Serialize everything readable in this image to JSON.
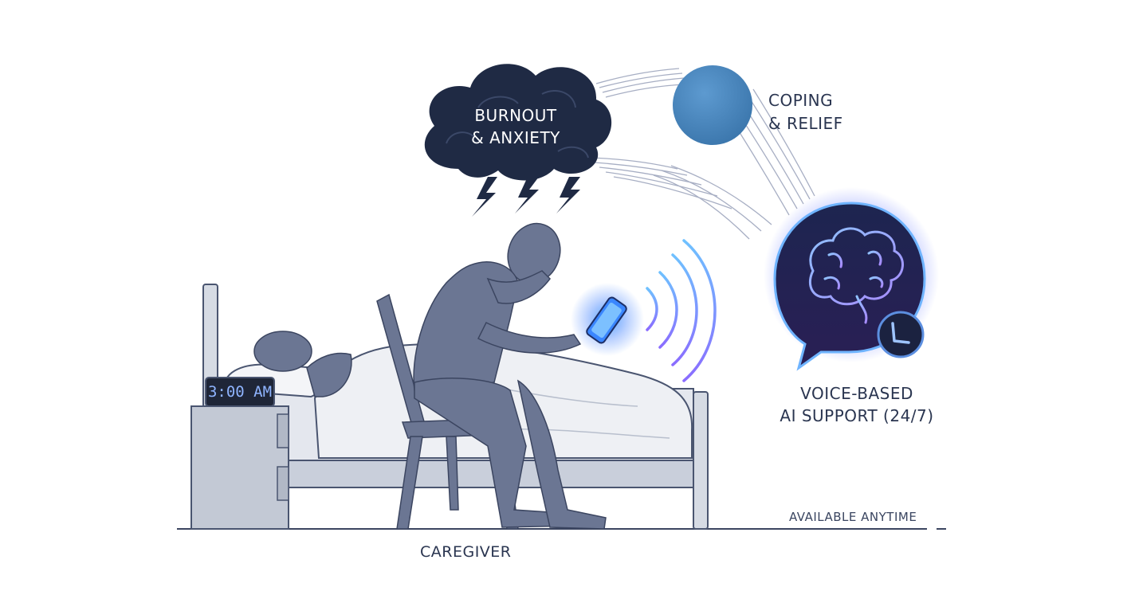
{
  "labels": {
    "cloud_line1": "BURNOUT",
    "cloud_line2": "& ANXIETY",
    "relief_line1": "COPING",
    "relief_line2": "& RELIEF",
    "voice_line1": "VOICE-BASED",
    "voice_line2": "AI SUPPORT (24/7)",
    "available": "AVAILABLE ANYTIME",
    "caregiver": "CAREGIVER",
    "clock_time": "3:00 AM"
  },
  "icons": [
    "storm-cloud-icon",
    "lightning-bolt-icon",
    "relief-circle-icon",
    "ai-brain-icon",
    "chat-bubble-icon",
    "logo-badge-icon",
    "alarm-clock-icon",
    "smartphone-icon",
    "sound-waves-icon"
  ],
  "colors": {
    "ink": "#2a3550",
    "figure": "#6b7693",
    "cloud": "#1f2a44",
    "relief": "#4a86bd",
    "ai_glow": "#7b6cff",
    "phone_glow": "#3a8bff",
    "wave": "#7a86ff"
  }
}
